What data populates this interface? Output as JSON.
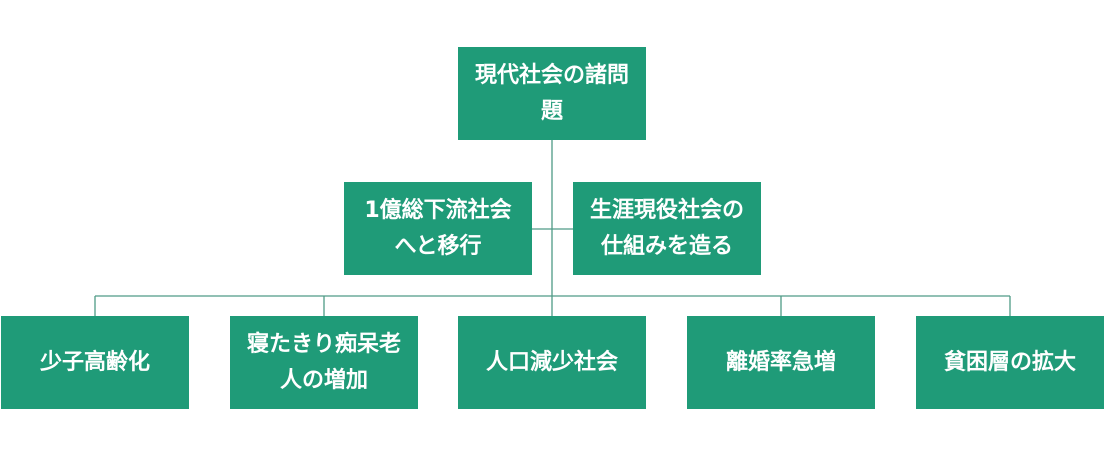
{
  "diagram": {
    "root": {
      "label_line1": "現代社会の諸問",
      "label_line2": "題"
    },
    "assistants": {
      "left": {
        "label_line1": "1億総下流社会",
        "label_line2": "へと移行"
      },
      "right": {
        "label_line1": "生涯現役社会の",
        "label_line2": "仕組みを造る"
      }
    },
    "children": [
      {
        "label": "少子高齢化"
      },
      {
        "label_line1": "寝たきり痴呆老",
        "label_line2": "人の増加"
      },
      {
        "label": "人口減少社会"
      },
      {
        "label": "離婚率急増"
      },
      {
        "label": "貧困層の拡大"
      }
    ],
    "colors": {
      "node_fill": "#1f9b78",
      "node_text": "#ffffff",
      "connector": "#4f9a86"
    }
  }
}
